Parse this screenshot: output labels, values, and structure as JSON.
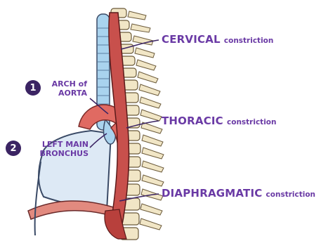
{
  "labels": {
    "cervical": {
      "title": "CERVICAL",
      "suffix": "constriction"
    },
    "thoracic": {
      "title": "THORACIC",
      "suffix": "constriction"
    },
    "diaphragmatic": {
      "title": "DIAPHRAGMATIC",
      "suffix": "constriction"
    }
  },
  "markers": [
    {
      "number": "1",
      "lines": [
        "ARCH of",
        "AORTA"
      ]
    },
    {
      "number": "2",
      "lines": [
        "LEFT MAIN",
        "BRONCHUS"
      ]
    }
  ],
  "colors": {
    "label_text": "#6a3aa5",
    "marker_fill": "#3b2463",
    "esophagus": "#c8504c",
    "aorta": "#e06a62",
    "vertebra": "#f1e6c6",
    "trachea": "#a9d3ee",
    "lung": "#dde9f5",
    "diaphragm": "#e28a7f"
  }
}
